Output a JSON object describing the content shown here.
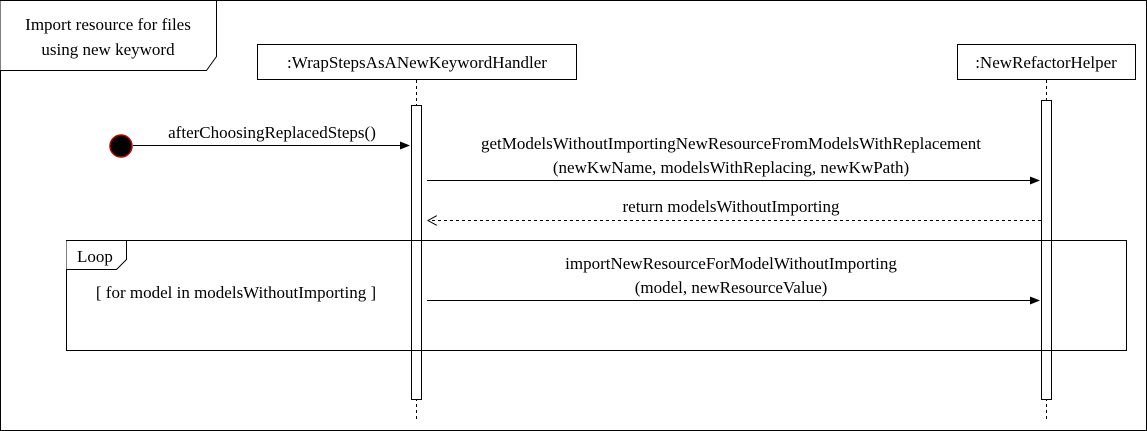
{
  "frame": {
    "title_line1": "Import resource for files",
    "title_line2": "using new keyword"
  },
  "lifelines": {
    "handler": ":WrapStepsAsANewKeywordHandler",
    "helper": ":NewRefactorHelper"
  },
  "messages": {
    "start": "afterChoosingReplacedSteps()",
    "get_line1": "getModelsWithoutImportingNewResourceFromModelsWithReplacement",
    "get_line2": "(newKwName, modelsWithReplacing, newKwPath)",
    "return": "return modelsWithoutImporting",
    "import_line1": "importNewResourceForModelWithoutImporting",
    "import_line2": "(model, newResourceValue)"
  },
  "loop": {
    "label": "Loop",
    "guard": "[ for model in modelsWithoutImporting ]"
  }
}
